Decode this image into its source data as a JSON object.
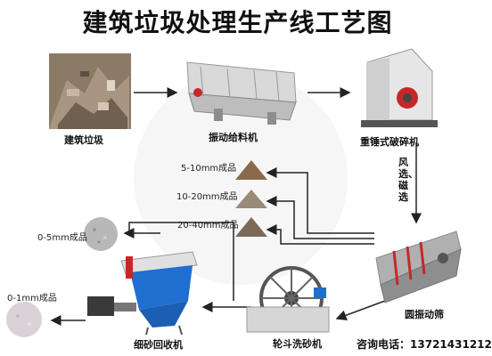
{
  "title": "建筑垃圾处理生产线工艺图",
  "nodes": {
    "waste": "建筑垃圾",
    "feeder": "振动给料机",
    "crusher": "重锤式破碎机",
    "separation": "风选、磁选",
    "screen": "圆振动筛",
    "washer": "轮斗洗砂机",
    "recovery": "细砂回收机"
  },
  "products": {
    "p1": "5-10mm成品",
    "p2": "10-20mm成品",
    "p3": "20-40mm成品",
    "p4": "0-5mm成品",
    "p5": "0-1mm成品"
  },
  "contact": {
    "label": "咨询电话：",
    "phone": "13721431212"
  },
  "colors": {
    "arrow": "#222222",
    "recovery_blue": "#1f6fd0"
  }
}
